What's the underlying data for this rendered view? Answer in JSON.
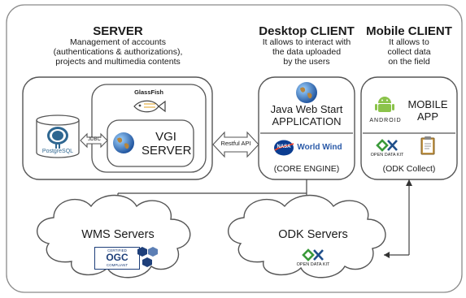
{
  "server": {
    "title": "SERVER",
    "description_lines": [
      "Management of accounts",
      "(authentications & authorizations),",
      "projects and multimedia contents"
    ],
    "db_label": "PostgreSQL",
    "jdbc_label": "JDBC",
    "glassfish_label": "GlassFish",
    "vgi_lines": [
      "VGI",
      "SERVER"
    ]
  },
  "restful_label": "Restful API",
  "desktop": {
    "title": "Desktop CLIENT",
    "description_lines": [
      "It allows to interact with",
      "the data uploaded",
      "by the users"
    ],
    "app_lines": [
      "Java Web Start",
      "APPLICATION"
    ],
    "worldwind_label": "World Wind",
    "nasa_label": "NASA",
    "core_label": "(CORE ENGINE)"
  },
  "mobile": {
    "title": "Mobile CLIENT",
    "description_lines": [
      "It allows to",
      "collect data",
      "on the field"
    ],
    "android_label": "ANDROID",
    "app_lines": [
      "MOBILE",
      "APP"
    ],
    "odk_small": "OPEN DATA KIT",
    "odk_collect_label": "(ODK Collect)"
  },
  "wms": {
    "label": "WMS Servers",
    "ogc_lines": [
      "CERTIFIED",
      "OGC",
      "COMPLIANT"
    ]
  },
  "odk_servers": {
    "label": "ODK Servers",
    "odk_small": "OPEN DATA KIT"
  },
  "colors": {
    "border": "#555555",
    "odk_green": "#3a9a3a",
    "odk_blue": "#1f4f8a",
    "android_green": "#8bc34a",
    "ogc_blue": "#1e3f7a"
  }
}
